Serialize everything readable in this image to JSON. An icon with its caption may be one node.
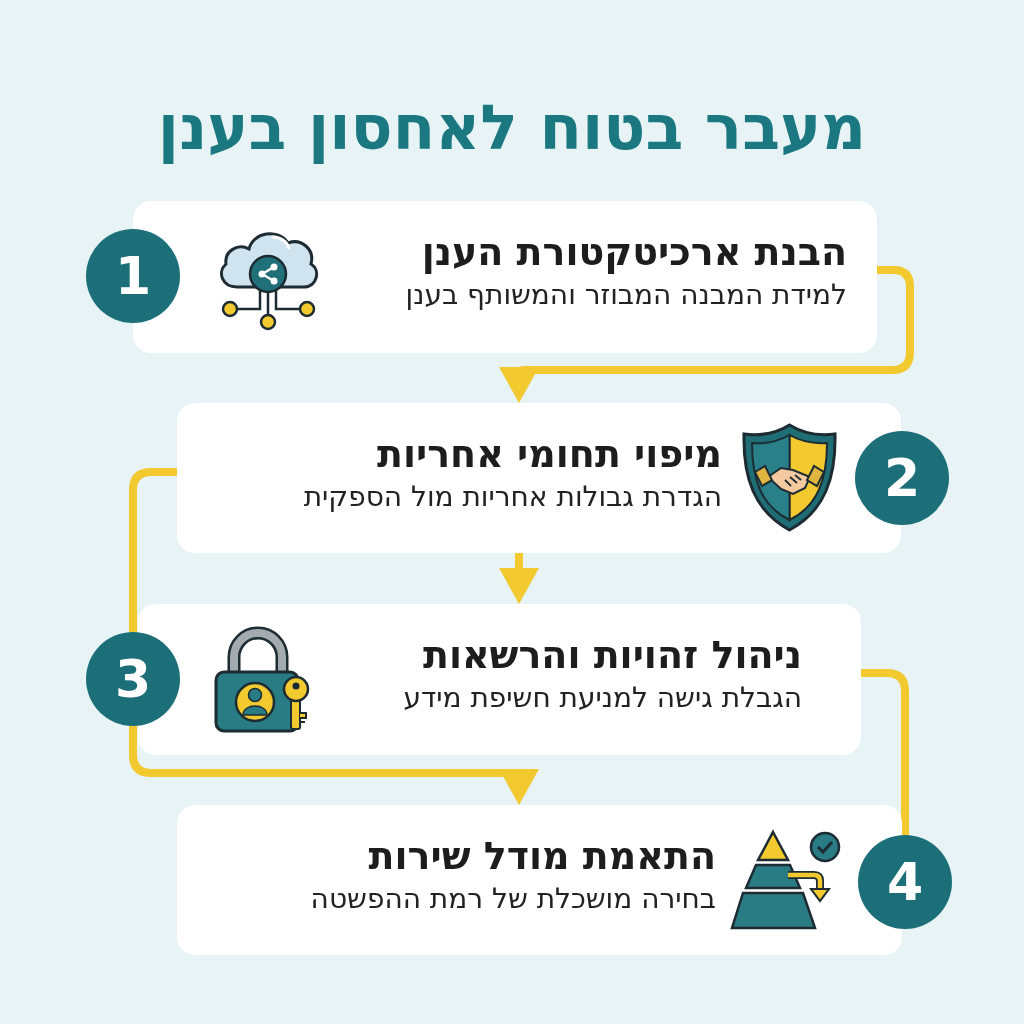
{
  "diagram": {
    "title": "מעבר בטוח לאחסון בענן",
    "nodes": [
      {
        "text": [
          "הבנת ארכיטקטורת הענן",
          "למידת המבנה המבוזר והמשותף בענן"
        ]
      },
      {
        "text": [
          "1"
        ]
      },
      {
        "text": [
          "מיפוי תחומי אחריות",
          "הגדרת גבולות אחריות מול הספקית"
        ]
      },
      {
        "text": [
          "2"
        ]
      },
      {
        "text": [
          "ניהול זהויות והרשאות",
          "הגבלת גישה למניעת חשיפת מידע"
        ]
      },
      {
        "text": [
          "3"
        ]
      },
      {
        "text": [
          "התאמת מודל שירות",
          "בחירה מושכלת של רמת ההפשטה"
        ]
      },
      {
        "text": [
          "4"
        ]
      }
    ],
    "edges": [
      {
        "from": 0,
        "to": 2,
        "arrow": "to"
      },
      {
        "from": 2,
        "to": 4,
        "arrow": "to"
      },
      {
        "from": 2,
        "to": 5,
        "arrow": "none"
      },
      {
        "from": 5,
        "to": 6,
        "arrow": "to"
      },
      {
        "from": 4,
        "to": 7,
        "arrow": "none"
      }
    ]
  }
}
